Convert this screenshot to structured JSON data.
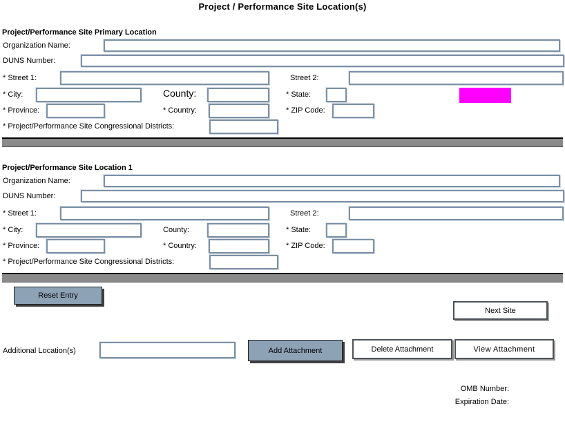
{
  "page": {
    "title": "Project / Performance Site Location(s)"
  },
  "colors": {
    "field_border": "#7b90a6",
    "button_blue": "#8ea2b6",
    "divider_gray": "#8a8a8a",
    "highlight_magenta": "#ff00ff"
  },
  "sections": [
    {
      "header": "Project/Performance Site Primary Location",
      "labels": {
        "organization_name": "Organization Name:",
        "duns_number": "DUNS Number:",
        "street1": "* Street 1:",
        "street2": "Street 2:",
        "city": "* City:",
        "county": "County:",
        "state": "* State:",
        "province": "* Province:",
        "country": "* Country:",
        "zip": "* ZIP Code:",
        "congressional_districts": "* Project/Performance Site Congressional Districts:"
      }
    },
    {
      "header": "Project/Performance Site Location 1",
      "labels": {
        "organization_name": "Organization Name:",
        "duns_number": "DUNS Number:",
        "street1": "* Street 1:",
        "street2": "Street 2:",
        "city": "* City:",
        "county": "County:",
        "state": "* State:",
        "province": "* Province:",
        "country": "* Country:",
        "zip": "* ZIP Code:",
        "congressional_districts": "* Project/Performance Site Congressional Districts:"
      }
    }
  ],
  "buttons": {
    "reset_entry": "Reset Entry",
    "next_site": "Next Site",
    "add_attachment": "Add Attachment",
    "delete_attachment": "Delete Attachment",
    "view_attachment": "View Attachment"
  },
  "footer": {
    "additional_locations_label": "Additional Location(s)",
    "omb_number_label": "OMB Number:",
    "expiration_date_label": "Expiration Date:"
  }
}
